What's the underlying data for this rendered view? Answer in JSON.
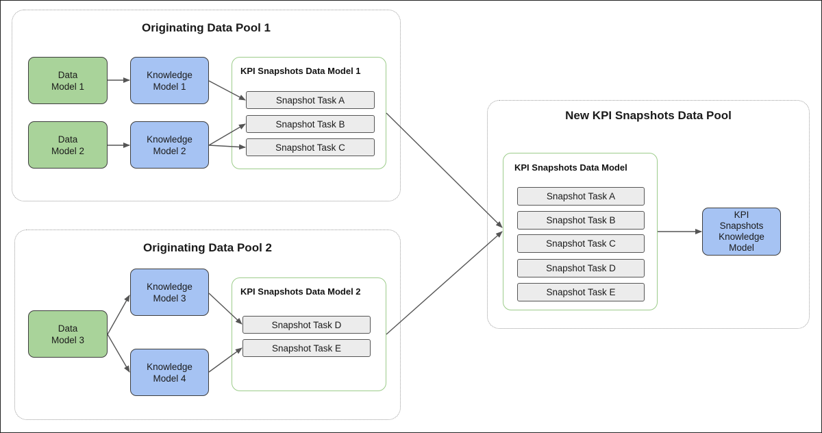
{
  "pools": {
    "pool1": {
      "title": "Originating Data Pool 1"
    },
    "pool2": {
      "title": "Originating Data Pool 2"
    },
    "pool3": {
      "title": "New KPI Snapshots Data Pool"
    }
  },
  "data_models": {
    "dm1": "Data\nModel 1",
    "dm2": "Data\nModel 2",
    "dm3": "Data\nModel 3"
  },
  "knowledge_models": {
    "km1": "Knowledge\nModel 1",
    "km2": "Knowledge\nModel 2",
    "km3": "Knowledge\nModel 3",
    "km4": "Knowledge\nModel 4",
    "kpi": "KPI\nSnapshots\nKnowledge\nModel"
  },
  "kpi_models": {
    "model1": {
      "title": "KPI Snapshots Data Model 1",
      "tasks": [
        "Snapshot Task A",
        "Snapshot Task B",
        "Snapshot Task C"
      ]
    },
    "model2": {
      "title": "KPI Snapshots Data Model 2",
      "tasks": [
        "Snapshot Task D",
        "Snapshot Task E"
      ]
    },
    "model3": {
      "title": "KPI Snapshots Data Model",
      "tasks": [
        "Snapshot Task A",
        "Snapshot Task B",
        "Snapshot Task C",
        "Snapshot Task D",
        "Snapshot Task E"
      ]
    }
  },
  "colors": {
    "data_model": "#a9d39a",
    "knowledge_model": "#a6c3f3",
    "task": "#ececec",
    "model_border": "#9ccc8a",
    "arrow": "#555555"
  }
}
